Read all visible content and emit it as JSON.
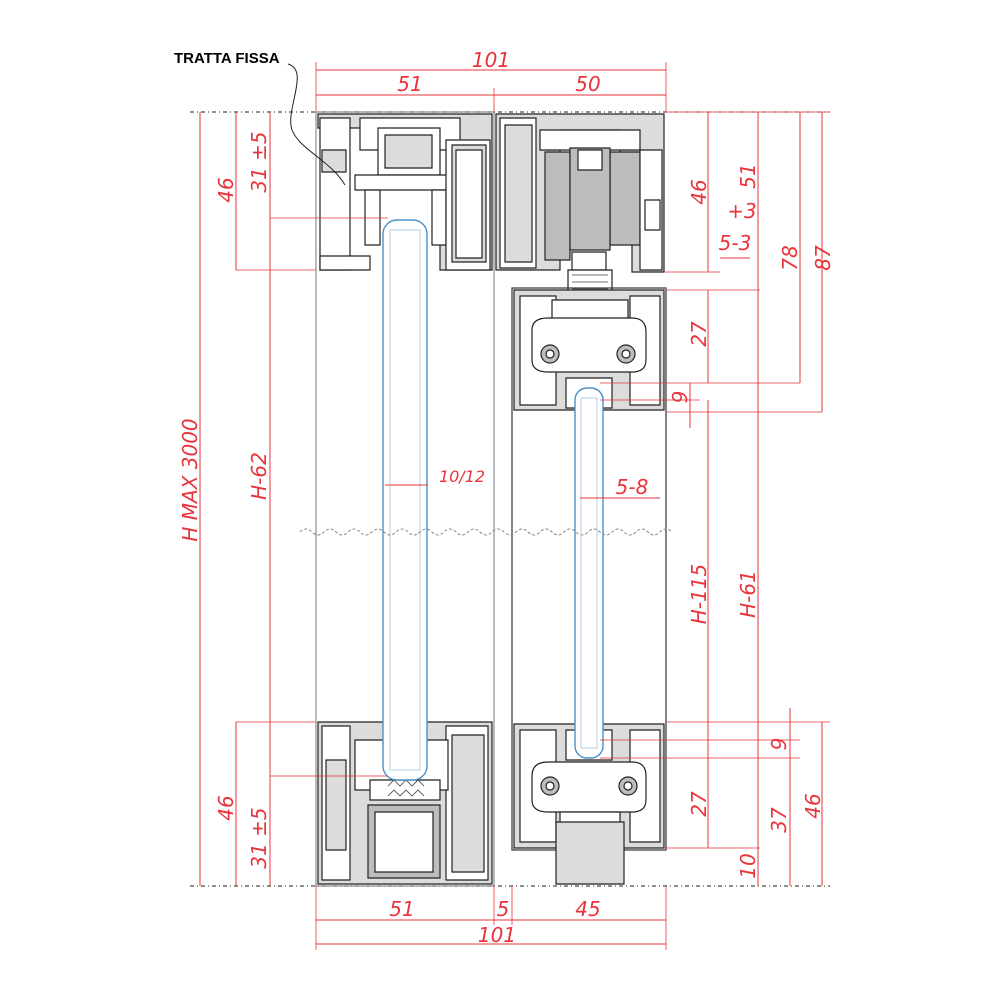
{
  "label": {
    "tratta_fissa": "TRATTA FISSA"
  },
  "dims": {
    "top_total": "101",
    "top_left": "51",
    "top_right": "50",
    "bottom_total": "101",
    "bottom_left": "51",
    "bottom_gap": "5",
    "bottom_right": "45",
    "h_max": "H MAX 3000",
    "fixed_top_46": "46",
    "fixed_top_31": "31 ±5",
    "fixed_h62": "H-62",
    "fixed_bottom_46": "46",
    "fixed_bottom_31": "31 ±5",
    "glass_fixed": "10/12",
    "glass_sliding": "5-8",
    "sliding_top_46": "46",
    "sliding_51": "51",
    "sliding_plus3": "+3",
    "sliding_5_3": "5-3",
    "sliding_78": "78",
    "sliding_87": "87",
    "sliding_27_top": "27",
    "sliding_9_top": "9",
    "sliding_h115": "H-115",
    "sliding_h61": "H-61",
    "sliding_9_bottom": "9",
    "sliding_27_bottom": "27",
    "sliding_37": "37",
    "sliding_46_bottom": "46",
    "sliding_10": "10"
  },
  "colors": {
    "dimension": "#e8343a",
    "glass": "#4a90c8",
    "profile": "#222222"
  }
}
